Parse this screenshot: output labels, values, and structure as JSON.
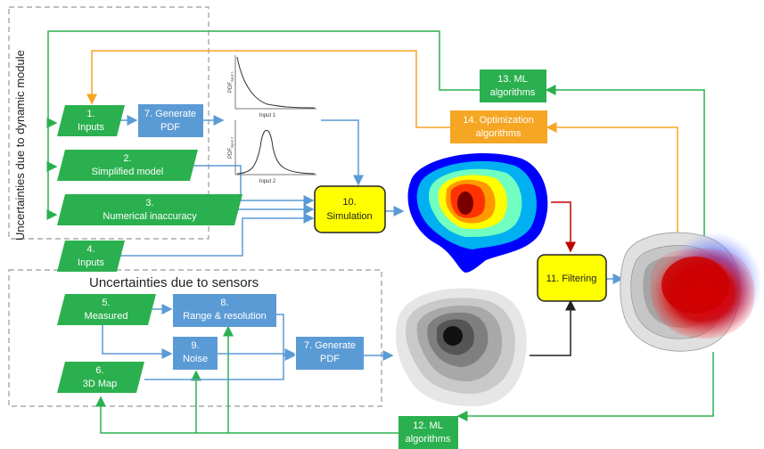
{
  "colors": {
    "green": "#2bb04f",
    "blue": "#5b9bd5",
    "orange": "#f5a623",
    "yellow": "#ffff00",
    "arrow_blue": "#5b9bd5",
    "arrow_green": "#2bb04f",
    "arrow_orange": "#f5a623",
    "arrow_red": "#c00000",
    "arrow_black": "#222222"
  },
  "groups": {
    "dynamic_module": "Uncertainties due to dynamic module",
    "sensors": "Uncertainties due to sensors"
  },
  "nodes": {
    "inputs1": [
      "1.",
      "Inputs"
    ],
    "generate_pdf_top": [
      "7. Generate",
      "PDF"
    ],
    "simplified_model": [
      "2.",
      "Simplified model"
    ],
    "numerical_inaccuracy": [
      "3.",
      "Numerical inaccuracy"
    ],
    "inputs4": [
      "4.",
      "Inputs"
    ],
    "simulation": [
      "10.",
      "Simulation"
    ],
    "filtering": [
      "11. Filtering"
    ],
    "measured": [
      "5.",
      "Measured"
    ],
    "map3d": [
      "6.",
      "3D Map"
    ],
    "range_resolution": [
      "8.",
      "Range & resolution"
    ],
    "noise": [
      "9.",
      "Noise"
    ],
    "generate_pdf_bottom": [
      "7. Generate",
      "PDF"
    ],
    "ml_top": [
      "13. ML",
      "algorithms"
    ],
    "optimization": [
      "14. Optimization",
      "algorithms"
    ],
    "ml_bottom": [
      "12. ML",
      "algorithms"
    ]
  },
  "pdf_plots": {
    "plot1": {
      "ylabel": "PDF",
      "ysub": "input 1",
      "xlabel": "Input 1"
    },
    "plot2": {
      "ylabel": "PDF",
      "ysub": "input 2",
      "xlabel": "Input 2"
    }
  }
}
